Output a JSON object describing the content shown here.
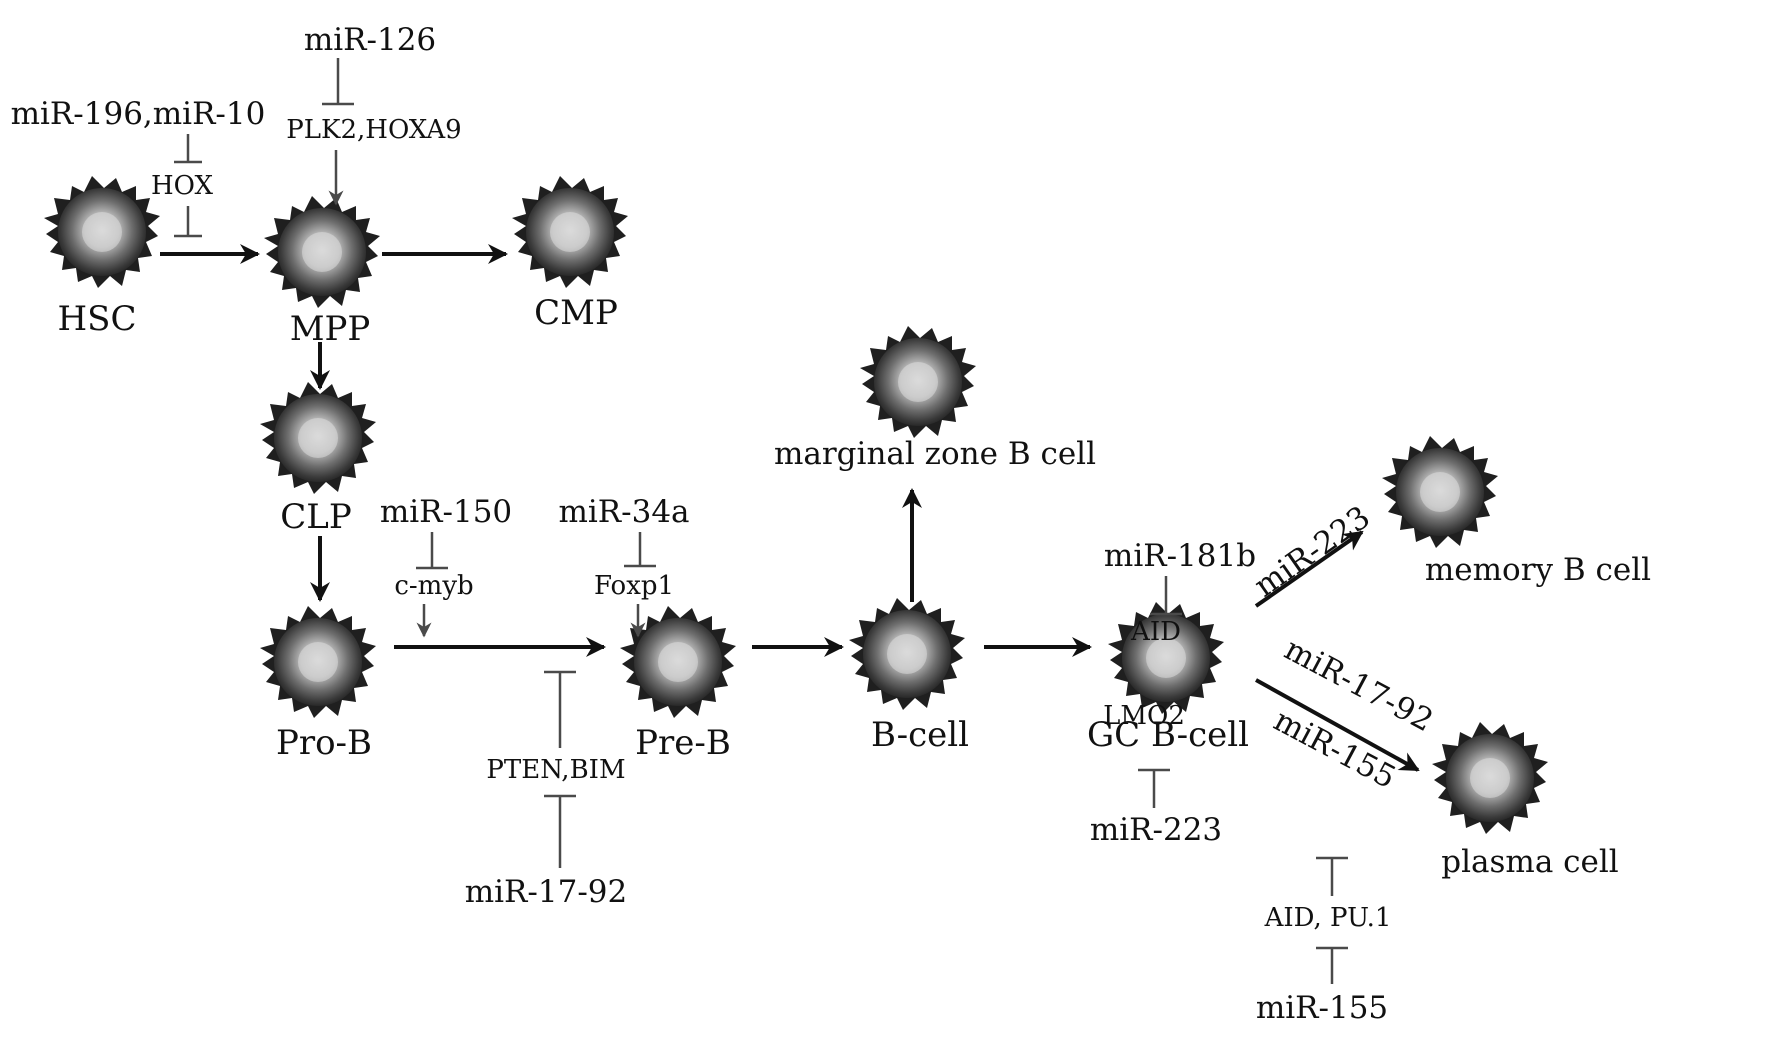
{
  "cells": {
    "hsc": "HSC",
    "mpp": "MPP",
    "cmp": "CMP",
    "clp": "CLP",
    "prob": "Pro-B",
    "preb": "Pre-B",
    "bcell": "B-cell",
    "marginal": "marginal zone B cell",
    "gcb": "GC B-cell",
    "memory": "memory B cell",
    "plasma": "plasma cell"
  },
  "regulators": {
    "mir196_mir10": "miR-196,miR-10",
    "hox": "HOX",
    "mir126": "miR-126",
    "plk2_hoxa9": "PLK2,HOXA9",
    "mir150": "miR-150",
    "cmyb": "c-myb",
    "mir34a": "miR-34a",
    "foxp1": "Foxp1",
    "pten_bim": "PTEN,BIM",
    "mir1792_preb": "miR-17-92",
    "mir181b": "miR-181b",
    "aid": "AID",
    "lmo2": "LMO2",
    "mir223_lmo2": "miR-223",
    "aid_pu1": "AID, PU.1",
    "mir155_gc": "miR-155",
    "mir223_memory": "miR-223",
    "mir1792_plasma": "miR-17-92",
    "mir155_plasma": "miR-155"
  },
  "colors": {
    "line": "#111111",
    "inhibitor": "#4a4a4a",
    "cell_center": "#d9d9d9",
    "cell_edge": "#2b2b2b"
  }
}
